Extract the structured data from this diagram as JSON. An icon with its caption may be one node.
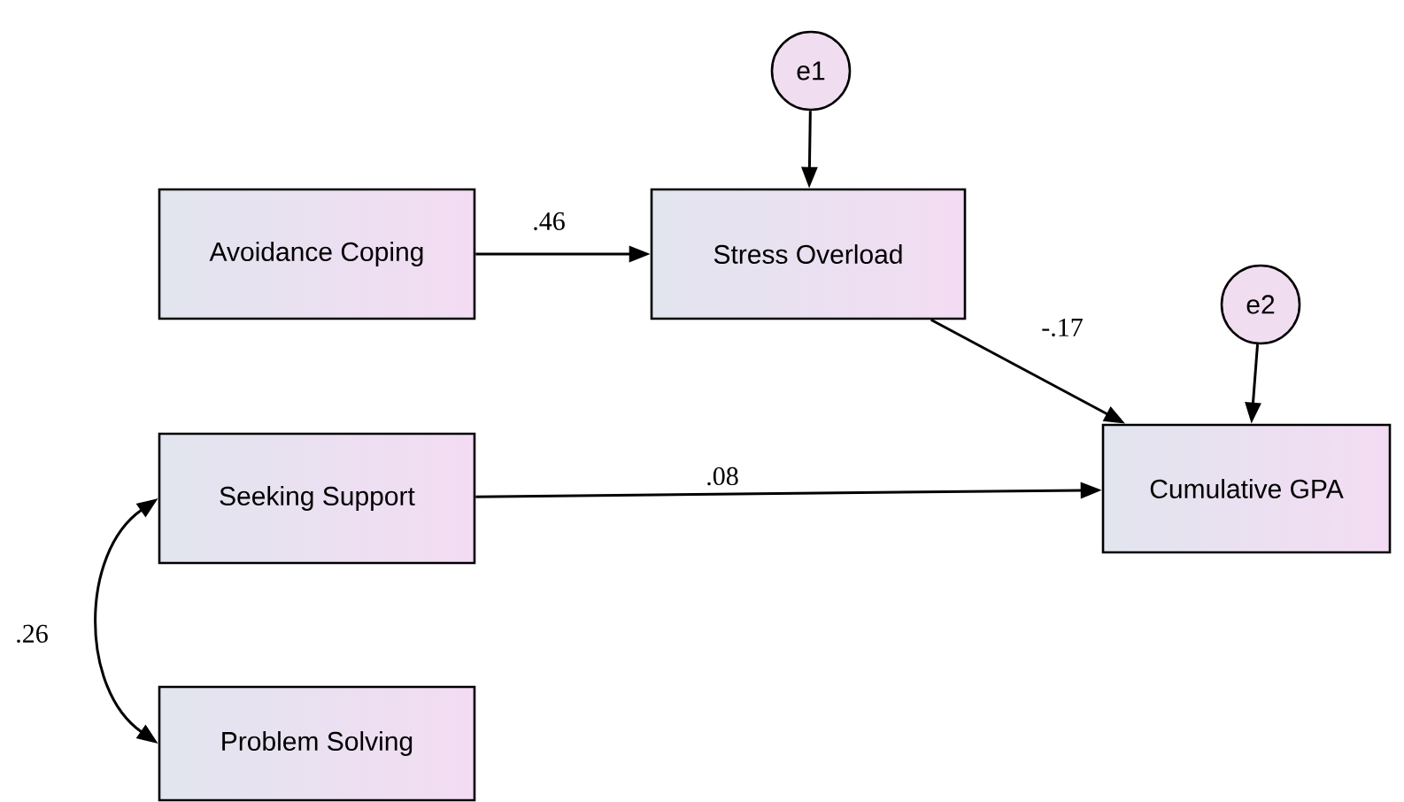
{
  "diagram": {
    "nodes": [
      {
        "text": [
          "e1"
        ]
      },
      {
        "text": [
          "Avoidance Coping"
        ]
      },
      {
        "text": [
          "Stress Overload"
        ]
      },
      {
        "text": [
          "e2"
        ]
      },
      {
        "text": [
          "Seeking Support"
        ]
      },
      {
        "text": [
          "Cumulative GPA"
        ]
      },
      {
        "text": [
          "Problem Solving"
        ]
      }
    ],
    "edges": [
      {
        "from": 0,
        "to": 2,
        "arrow": "to"
      },
      {
        "from": 1,
        "to": 2,
        "arrow": "to",
        "label": ".46"
      },
      {
        "from": 2,
        "to": 5,
        "arrow": "to",
        "label": "-.17"
      },
      {
        "from": 3,
        "to": 5,
        "arrow": "to"
      },
      {
        "from": 4,
        "to": 5,
        "arrow": "to",
        "label": ".08"
      },
      {
        "from": 4,
        "to": 6,
        "arrow": "both",
        "label": ".26"
      }
    ]
  }
}
